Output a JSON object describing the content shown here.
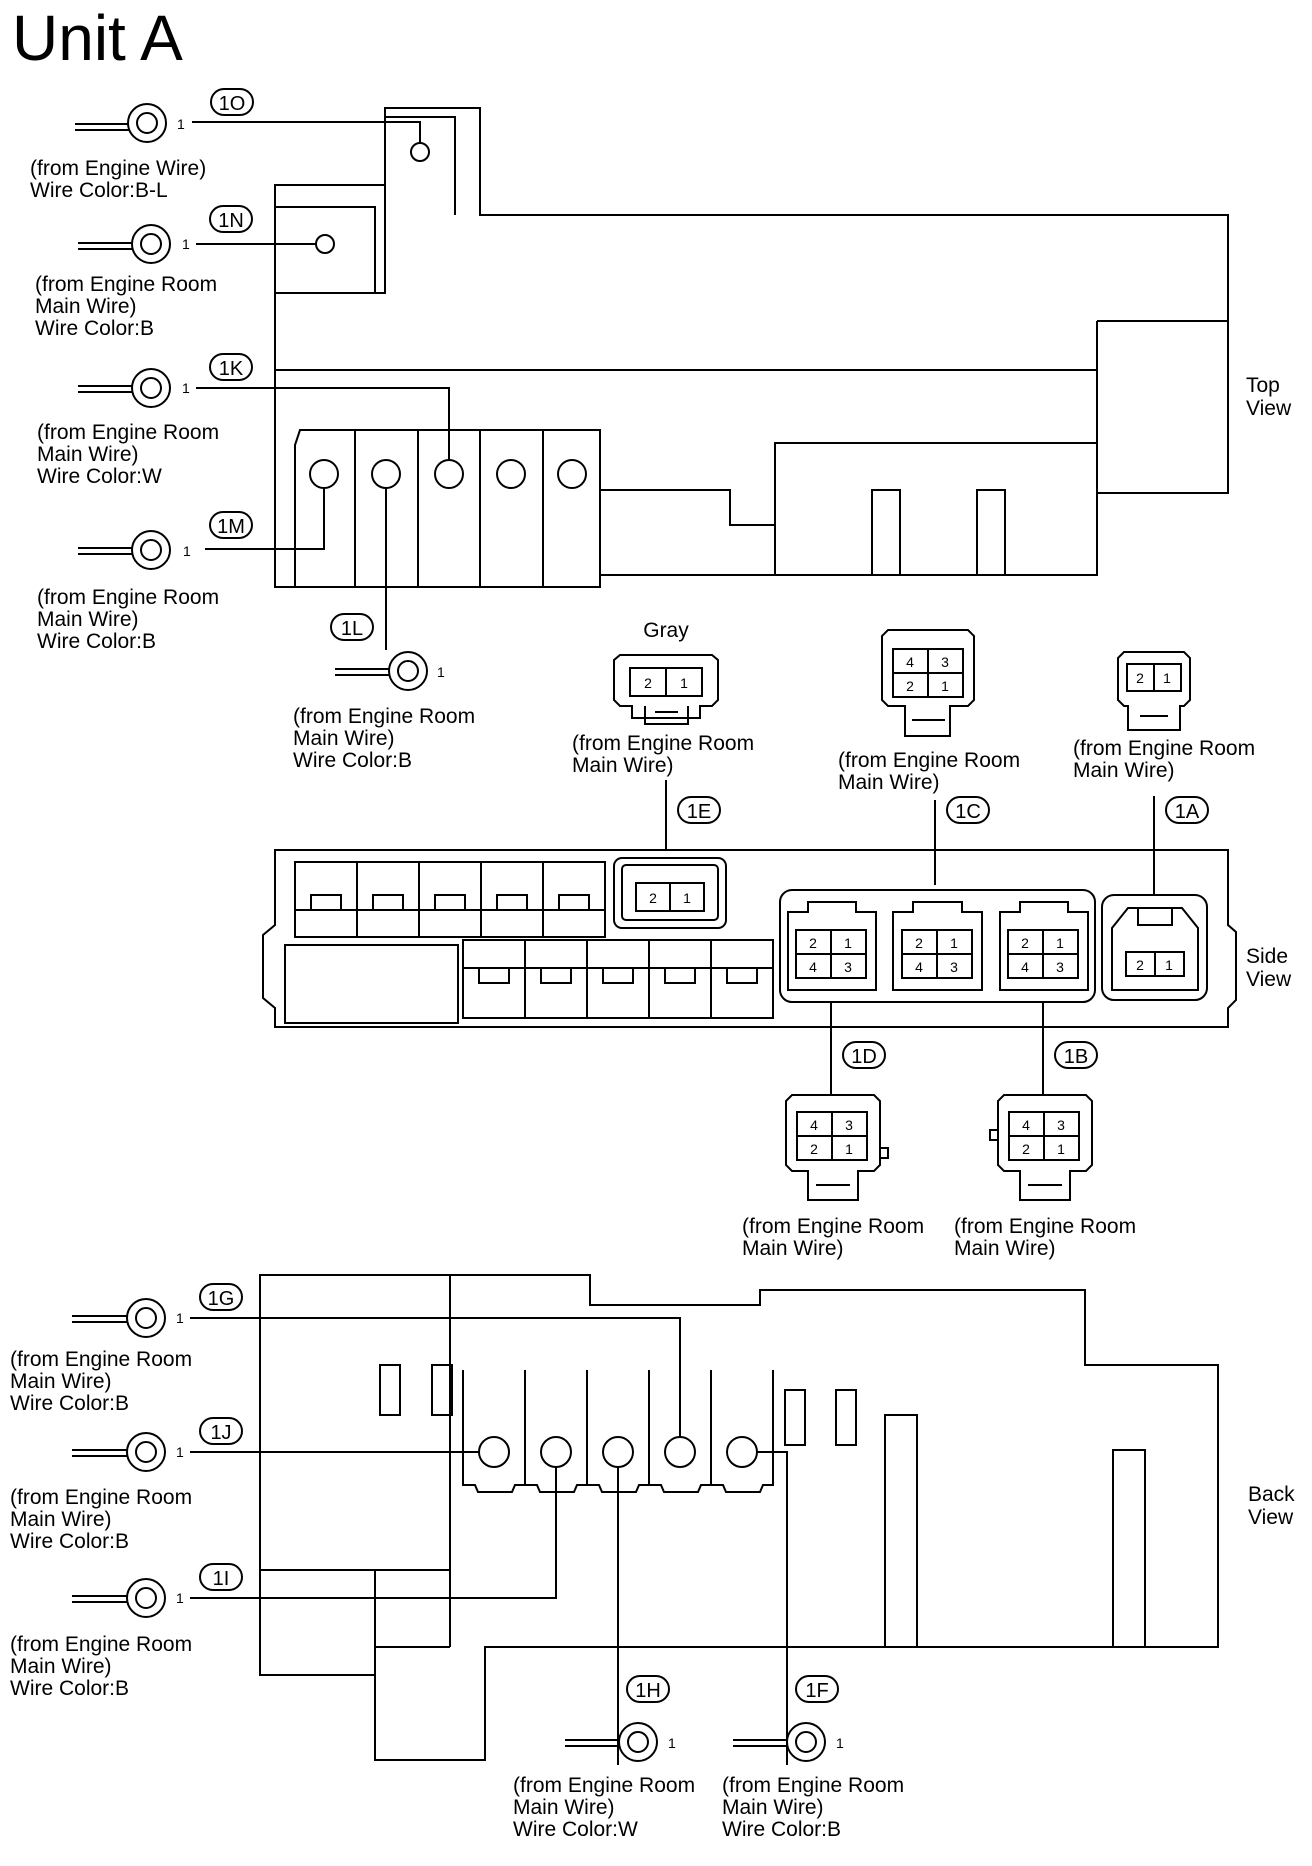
{
  "title": "Unit A",
  "view_labels": {
    "top": [
      "Top",
      "View"
    ],
    "side": [
      "Side",
      "View"
    ],
    "back": [
      "Back",
      "View"
    ]
  },
  "ring_terminal_pin": "1",
  "terminals": {
    "1O": {
      "tag": "1O",
      "lines": [
        "(from Engine Wire)",
        "Wire Color:B-L"
      ]
    },
    "1N": {
      "tag": "1N",
      "lines": [
        "(from Engine Room",
        "Main Wire)",
        "Wire Color:B"
      ]
    },
    "1K": {
      "tag": "1K",
      "lines": [
        "(from Engine Room",
        "Main Wire)",
        "Wire Color:W"
      ]
    },
    "1M": {
      "tag": "1M",
      "lines": [
        "(from Engine Room",
        "Main Wire)",
        "Wire Color:B"
      ]
    },
    "1L": {
      "tag": "1L",
      "lines": [
        "(from Engine Room",
        "Main Wire)",
        "Wire Color:B"
      ]
    },
    "1G": {
      "tag": "1G",
      "lines": [
        "(from Engine Room",
        "Main Wire)",
        "Wire Color:B"
      ]
    },
    "1J": {
      "tag": "1J",
      "lines": [
        "(from Engine Room",
        "Main Wire)",
        "Wire Color:B"
      ]
    },
    "1I": {
      "tag": "1I",
      "lines": [
        "(from Engine Room",
        "Main Wire)",
        "Wire Color:B"
      ]
    },
    "1H": {
      "tag": "1H",
      "lines": [
        "(from Engine Room",
        "Main Wire)",
        "Wire Color:W"
      ]
    },
    "1F": {
      "tag": "1F",
      "lines": [
        "(from Engine Room",
        "Main Wire)",
        "Wire Color:B"
      ]
    }
  },
  "connectors": {
    "1E": {
      "tag": "1E",
      "color_label": "Gray",
      "pins": [
        "2",
        "1"
      ],
      "lines": [
        "(from Engine Room",
        "Main Wire)"
      ]
    },
    "1C": {
      "tag": "1C",
      "pins": [
        "4",
        "3",
        "2",
        "1"
      ],
      "lines": [
        "(from Engine Room",
        "Main Wire)"
      ]
    },
    "1A": {
      "tag": "1A",
      "pins": [
        "2",
        "1"
      ],
      "lines": [
        "(from Engine Room",
        "Main Wire)"
      ]
    },
    "1D": {
      "tag": "1D",
      "pins": [
        "4",
        "3",
        "2",
        "1"
      ],
      "lines": [
        "(from Engine Room",
        "Main Wire)"
      ]
    },
    "1B": {
      "tag": "1B",
      "pins": [
        "4",
        "3",
        "2",
        "1"
      ],
      "lines": [
        "(from Engine Room",
        "Main Wire)"
      ]
    }
  },
  "side_view_pins": {
    "1E": [
      "2",
      "1"
    ],
    "1C_left": [
      "2",
      "1",
      "4",
      "3"
    ],
    "1C_mid": [
      "2",
      "1",
      "4",
      "3"
    ],
    "1C_right": [
      "2",
      "1",
      "4",
      "3"
    ],
    "1A": [
      "2",
      "1"
    ]
  }
}
